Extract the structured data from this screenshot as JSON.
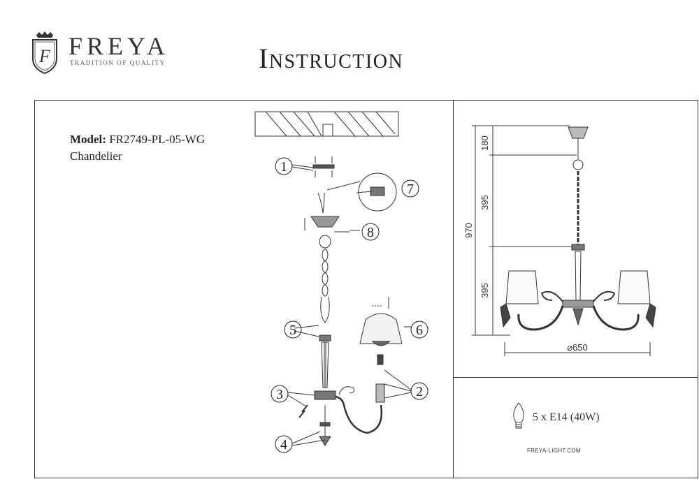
{
  "brand": {
    "logo_letter": "F",
    "name": "FREYA",
    "tagline": "TRADITION OF QUALITY"
  },
  "document": {
    "title": "Instruction"
  },
  "product": {
    "model_label": "Model:",
    "model_number": "FR2749-PL-05-WG",
    "type": "Chandelier"
  },
  "assembly": {
    "steps": [
      "1",
      "2",
      "3",
      "4",
      "5",
      "6",
      "7",
      "8"
    ]
  },
  "dimensions": {
    "total_height": "970",
    "top_section": "180",
    "chain_section": "395",
    "body_section": "395",
    "diameter": "⌀650"
  },
  "lamp_spec": "5 x E14 (40W)",
  "website": "FREYA-LIGHT.COM"
}
